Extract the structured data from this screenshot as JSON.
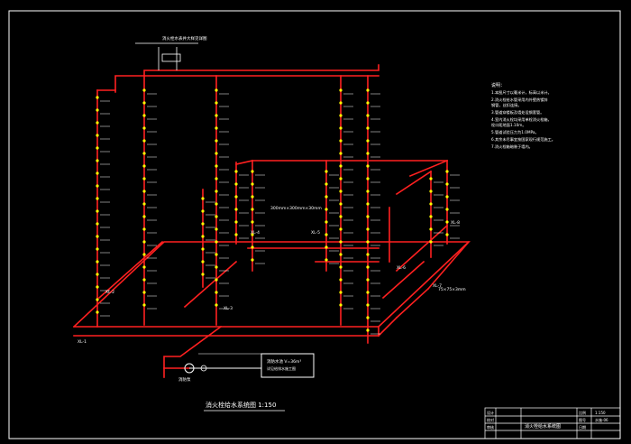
{
  "drawing": {
    "title": "消火栓给水系统图 1:150",
    "meter_annotation": "消火栓水表井大样见详图",
    "upper_callout": "300mm×300mm×30mm",
    "lower_callout": "75×75×3mm",
    "riser_labels": [
      "XL-1",
      "XL-2",
      "XL-3",
      "XL-4",
      "XL-5",
      "XL-6",
      "XL-7",
      "XL-8"
    ],
    "tank_label": "消防水池 V=36m³",
    "tank_sublabel": "详见给排水施工图",
    "pump_label": "消防泵"
  },
  "notes": {
    "header": "说明：",
    "lines": [
      "1.本图尺寸以毫米计，标高以米计。",
      "2.消火栓给水管采用内外壁热镀锌",
      "  钢管，丝扣连接。",
      "3.管道穿楼板及墙处设钢套管。",
      "4.室内消火栓均采用单栓消火栓箱，",
      "  栓口距地面1.10m。",
      "5.管道试验压力为1.0MPa。",
      "6.其余未尽事宜按国家现行规范施工。",
      "7.消火栓箱暗装于墙内。"
    ]
  },
  "title_block": {
    "drawing_name": "消火栓给水系统图",
    "scale_label": "比例",
    "scale_value": "1:150",
    "sheet_label": "图号",
    "sheet_value": "水施-06",
    "date_label": "日期",
    "design_label": "设计",
    "check_label": "校对",
    "approve_label": "审核"
  },
  "colors": {
    "background": "#000000",
    "pipe": "#ff2020",
    "frame": "#ffffff",
    "hydrant": "#ffff00",
    "text": "#ffffff"
  }
}
